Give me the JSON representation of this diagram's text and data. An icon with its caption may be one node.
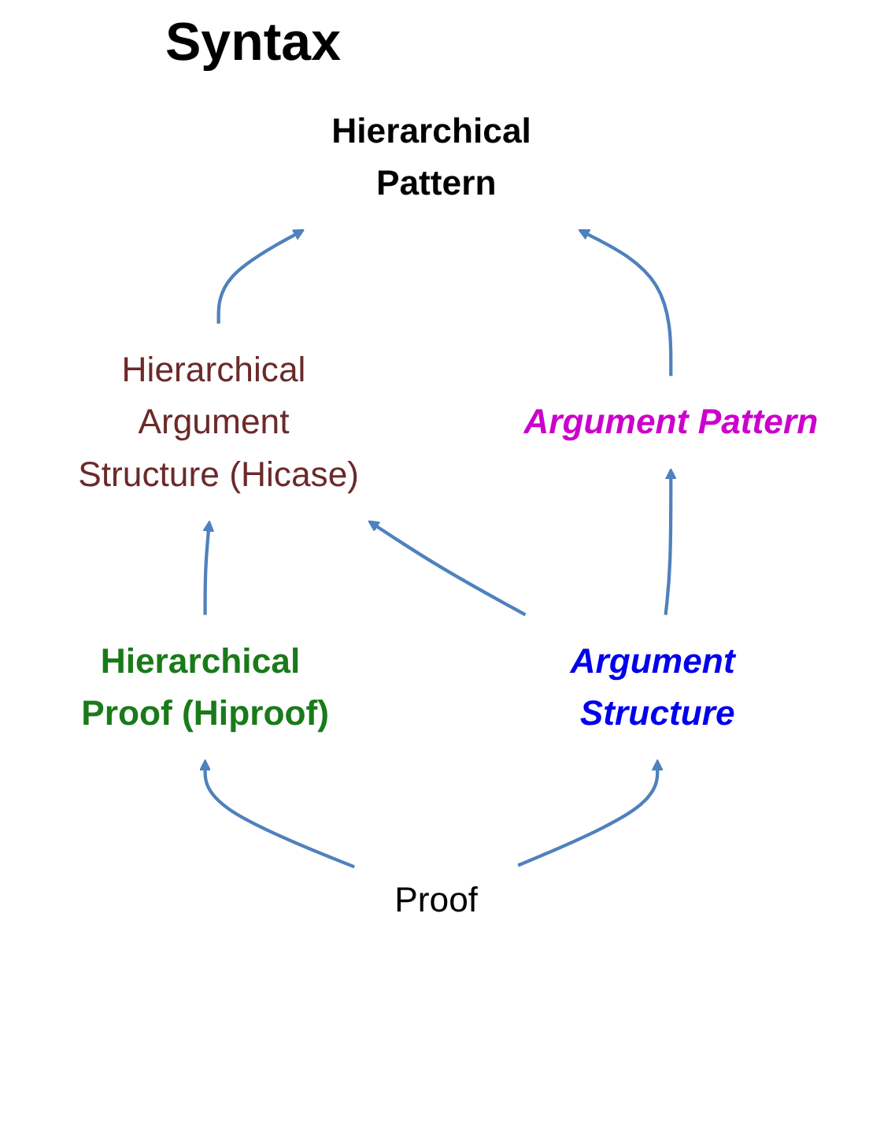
{
  "diagram": {
    "title": "Syntax",
    "nodes": [
      {
        "text": [
          "Hierarchical Pattern"
        ]
      },
      {
        "text": [
          "Hierarchical Argument Structure (Hicase)"
        ]
      },
      {
        "text": [
          "Argument Pattern"
        ]
      },
      {
        "text": [
          "Hierarchical Proof (Hiproof)"
        ]
      },
      {
        "text": [
          "Argument Structure"
        ]
      },
      {
        "text": [
          "Proof"
        ]
      }
    ],
    "edges": [
      {
        "from": 1,
        "to": 0,
        "arrow": "to"
      },
      {
        "from": 2,
        "to": 0,
        "arrow": "to"
      },
      {
        "from": 3,
        "to": 1,
        "arrow": "to"
      },
      {
        "from": 4,
        "to": 1,
        "arrow": "to"
      },
      {
        "from": 4,
        "to": 2,
        "arrow": "to"
      },
      {
        "from": 5,
        "to": 3,
        "arrow": "to"
      },
      {
        "from": 5,
        "to": 4,
        "arrow": "to"
      }
    ]
  }
}
